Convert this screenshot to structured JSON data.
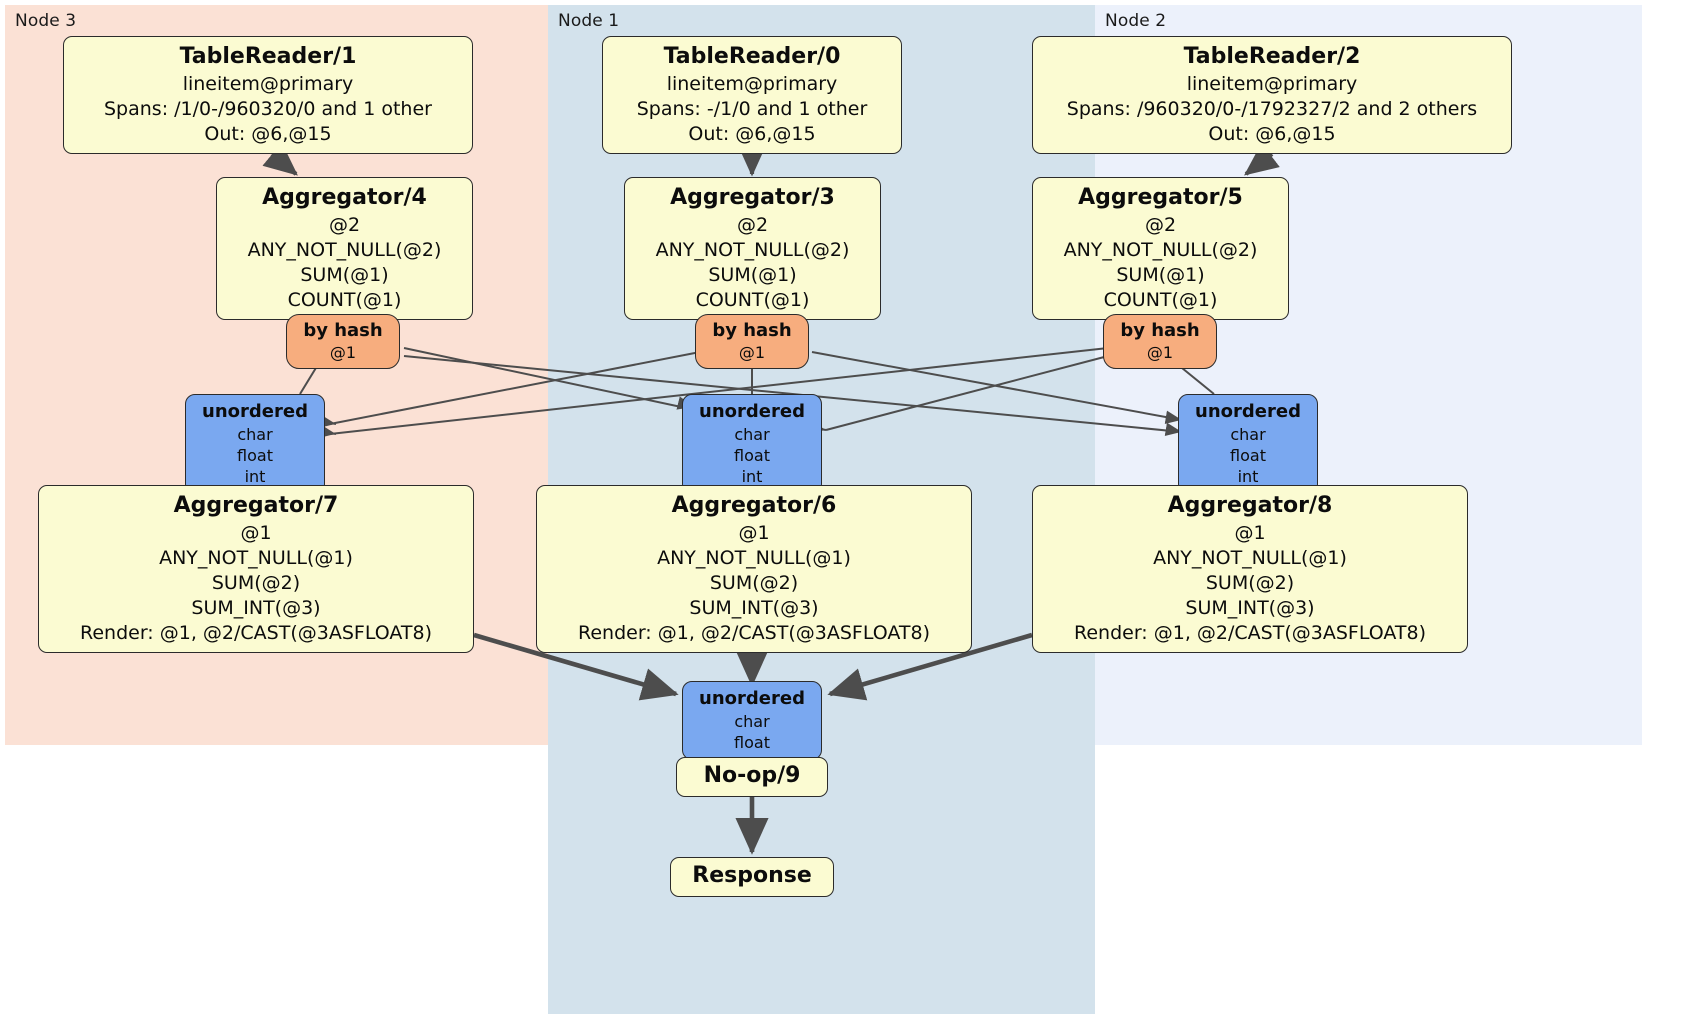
{
  "diagram": {
    "type": "distsql-physical-plan",
    "colors": {
      "node3_panel": "#fbe1d5",
      "node1_panel": "#d3e2ec",
      "node2_panel": "#ecf1fb",
      "processor_box": "#fbfbd2",
      "router": "#f7ad7e",
      "synchronizer": "#7aa8f0",
      "edge": "#4d4d4d",
      "border": "#2b2b2b"
    }
  },
  "nodes": {
    "node3": {
      "label": "Node 3"
    },
    "node1": {
      "label": "Node 1"
    },
    "node2": {
      "label": "Node 2"
    }
  },
  "processors": {
    "table_reader_1": {
      "title": "TableReader/1",
      "lines": [
        "lineitem@primary",
        "Spans: /1/0-/960320/0 and 1 other",
        "Out: @6,@15"
      ]
    },
    "table_reader_0": {
      "title": "TableReader/0",
      "lines": [
        "lineitem@primary",
        "Spans: -/1/0 and 1 other",
        "Out: @6,@15"
      ]
    },
    "table_reader_2": {
      "title": "TableReader/2",
      "lines": [
        "lineitem@primary",
        "Spans: /960320/0-/1792327/2 and 2 others",
        "Out: @6,@15"
      ]
    },
    "aggregator_4": {
      "title": "Aggregator/4",
      "lines": [
        "@2",
        "ANY_NOT_NULL(@2)",
        "SUM(@1)",
        "COUNT(@1)"
      ]
    },
    "aggregator_3": {
      "title": "Aggregator/3",
      "lines": [
        "@2",
        "ANY_NOT_NULL(@2)",
        "SUM(@1)",
        "COUNT(@1)"
      ]
    },
    "aggregator_5": {
      "title": "Aggregator/5",
      "lines": [
        "@2",
        "ANY_NOT_NULL(@2)",
        "SUM(@1)",
        "COUNT(@1)"
      ]
    },
    "aggregator_7": {
      "title": "Aggregator/7",
      "lines": [
        "@1",
        "ANY_NOT_NULL(@1)",
        "SUM(@2)",
        "SUM_INT(@3)",
        "Render: @1, @2/CAST(@3ASFLOAT8)"
      ]
    },
    "aggregator_6": {
      "title": "Aggregator/6",
      "lines": [
        "@1",
        "ANY_NOT_NULL(@1)",
        "SUM(@2)",
        "SUM_INT(@3)",
        "Render: @1, @2/CAST(@3ASFLOAT8)"
      ]
    },
    "aggregator_8": {
      "title": "Aggregator/8",
      "lines": [
        "@1",
        "ANY_NOT_NULL(@1)",
        "SUM(@2)",
        "SUM_INT(@3)",
        "Render: @1, @2/CAST(@3ASFLOAT8)"
      ]
    },
    "noop_9": {
      "title": "No-op/9",
      "lines": []
    },
    "response": {
      "title": "Response",
      "lines": []
    }
  },
  "routers": {
    "hash_left": {
      "title": "by hash",
      "lines": [
        "@1"
      ]
    },
    "hash_center": {
      "title": "by hash",
      "lines": [
        "@1"
      ]
    },
    "hash_right": {
      "title": "by hash",
      "lines": [
        "@1"
      ]
    }
  },
  "synchronizers": {
    "sync_left": {
      "title": "unordered",
      "lines": [
        "char",
        "float",
        "int"
      ]
    },
    "sync_center": {
      "title": "unordered",
      "lines": [
        "char",
        "float",
        "int"
      ]
    },
    "sync_right": {
      "title": "unordered",
      "lines": [
        "char",
        "float",
        "int"
      ]
    },
    "sync_final": {
      "title": "unordered",
      "lines": [
        "char",
        "float"
      ]
    }
  }
}
